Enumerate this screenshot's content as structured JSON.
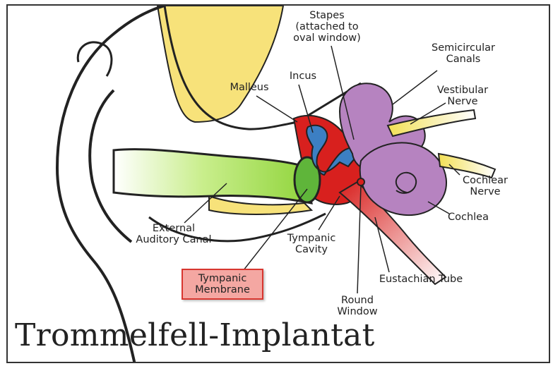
{
  "title": "Trommelfell-Implantat",
  "labels": {
    "stapes": "Stapes\n(attached to\noval window)",
    "semicircular": "Semicircular\nCanals",
    "incus": "Incus",
    "malleus": "Malleus",
    "vestibular": "Vestibular\nNerve",
    "cochlear_nerve": "Cochlear\nNerve",
    "cochlea": "Cochlea",
    "external_canal": "External\nAuditory Canal",
    "tympanic_cavity": "Tympanic\nCavity",
    "tympanic_membrane": "Tympanic\nMembrane",
    "eustachian": "Eustachian Tube",
    "round_window": "Round\nWindow"
  },
  "colors": {
    "bone": "#f7e27a",
    "canal": "#9edc4a",
    "membrane": "#5fb53a",
    "middle_ear": "#d8201e",
    "ossicles": "#3c7fc3",
    "inner_ear": "#b683c0",
    "nerve": "#f2df55",
    "highlight_fill": "#f4a7a2",
    "highlight_border": "#d8362f"
  }
}
